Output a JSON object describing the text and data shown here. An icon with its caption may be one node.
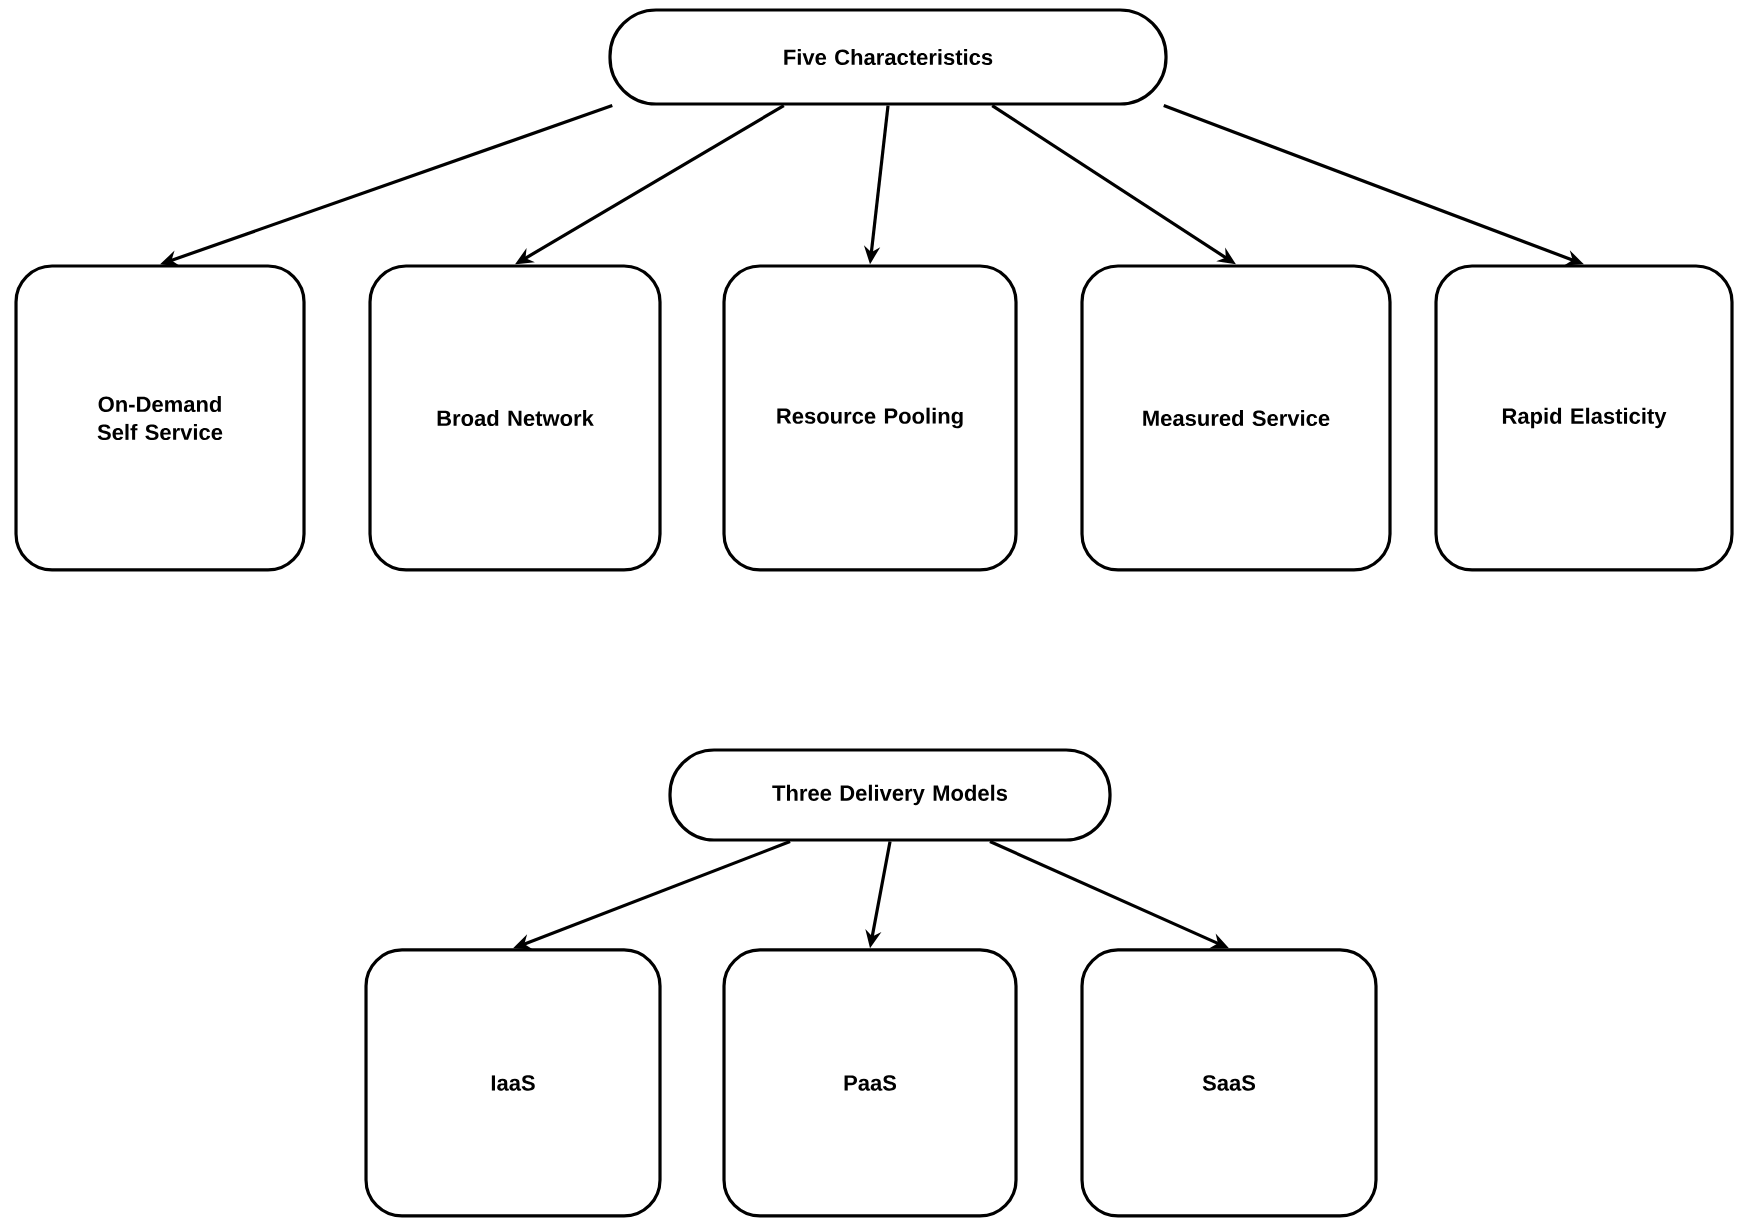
{
  "diagram": {
    "nodes": [
      {
        "text": [
          "Five Characteristics"
        ]
      },
      {
        "text": [
          "On-Demand Self Service"
        ]
      },
      {
        "text": [
          "Broad Network"
        ]
      },
      {
        "text": [
          "Resource Pooling"
        ]
      },
      {
        "text": [
          "Measured Service"
        ]
      },
      {
        "text": [
          "Rapid Elasticity"
        ]
      },
      {
        "text": [
          "Three Delivery Models"
        ]
      },
      {
        "text": [
          "IaaS"
        ]
      },
      {
        "text": [
          "PaaS"
        ]
      },
      {
        "text": [
          "SaaS"
        ]
      }
    ],
    "edges": [
      {
        "from": 0,
        "to": 1,
        "arrow": "to"
      },
      {
        "from": 0,
        "to": 2,
        "arrow": "to"
      },
      {
        "from": 0,
        "to": 3,
        "arrow": "to"
      },
      {
        "from": 0,
        "to": 4,
        "arrow": "to"
      },
      {
        "from": 0,
        "to": 5,
        "arrow": "to"
      },
      {
        "from": 6,
        "to": 7,
        "arrow": "to"
      },
      {
        "from": 6,
        "to": 8,
        "arrow": "to"
      },
      {
        "from": 6,
        "to": 9,
        "arrow": "to"
      }
    ]
  }
}
